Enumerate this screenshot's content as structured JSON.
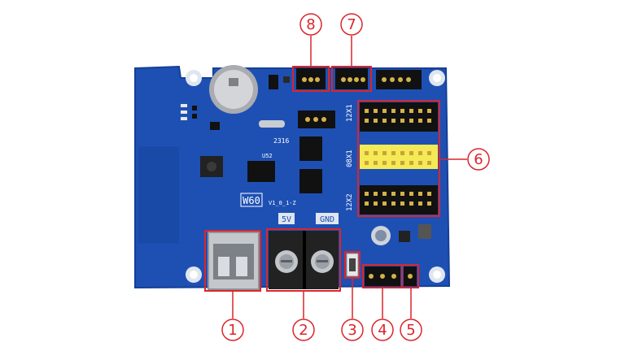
{
  "board": {
    "model_label": "W60",
    "version_label": "V1_0_1-Z",
    "voltage_label": "5V",
    "ground_label": "GND",
    "date_code": "2316",
    "ic_label": "U52",
    "header_labels": [
      "12X1",
      "08X1",
      "12X2"
    ],
    "colors": {
      "pcb": "#1e50b4",
      "pcb_edge": "#163f95",
      "callout": "#d9262b",
      "terminal": "#222222",
      "yellow_header": "#f3ea55"
    }
  },
  "callouts": [
    {
      "number": "1",
      "target": "usb-port"
    },
    {
      "number": "2",
      "target": "power-terminal"
    },
    {
      "number": "3",
      "target": "push-button"
    },
    {
      "number": "4",
      "target": "small-headers"
    },
    {
      "number": "5",
      "target": "small-header-right"
    },
    {
      "number": "6",
      "target": "hub-headers"
    },
    {
      "number": "7",
      "target": "top-header-right"
    },
    {
      "number": "8",
      "target": "top-header-left"
    }
  ]
}
